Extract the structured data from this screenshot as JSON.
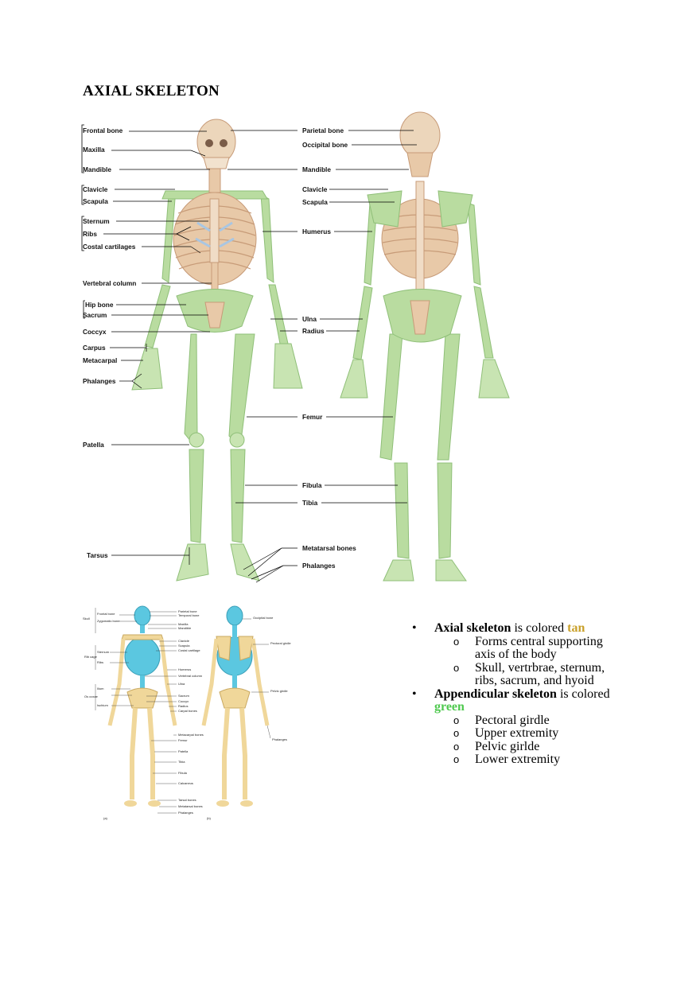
{
  "title": "AXIAL SKELETON",
  "labels_left": [
    "Frontal bone",
    "Maxilla",
    "Mandible",
    "Clavicle",
    "Scapula",
    "Sternum",
    "Ribs",
    "Costal cartilages",
    "Vertebral column",
    "Hip bone",
    "Sacrum",
    "Coccyx",
    "Carpus",
    "Metacarpal",
    "Phalanges",
    "Patella",
    "Tarsus"
  ],
  "labels_mid": [
    "Parietal bone",
    "Occipital bone",
    "Mandible",
    "Clavicle",
    "Scapula",
    "Humerus",
    "Ulna",
    "Radius",
    "Femur",
    "Fibula",
    "Tibia",
    "Metatarsal bones",
    "Phalanges"
  ],
  "small_fig": {
    "left_labels": [
      "Skull",
      "Frontal bone",
      "Zygomatic bone",
      "Rib cage",
      "Sternum",
      "Ribs",
      "Ilium",
      "Os coxae",
      "Ischium"
    ],
    "mid_labels": [
      "Parietal bone",
      "Temporal bone",
      "Maxilla",
      "Mandible",
      "Clavicle",
      "Scapula",
      "Costal cartilage",
      "Humerus",
      "Vertebral column",
      "Ulna",
      "Sacrum",
      "Coccyx",
      "Radius",
      "Carpal bones",
      "Metacarpal bones",
      "Femur",
      "Patella",
      "Tibia",
      "Fibula",
      "Calcaneus",
      "Tarsal bones",
      "Metatarsal bones",
      "Phalanges"
    ],
    "right_labels": [
      "Occipital bone",
      "Pectoral girdle",
      "Pelvic girdle",
      "Phalanges"
    ],
    "panel_a": "(a)",
    "panel_b": "(b)"
  },
  "bullets": {
    "b1_bold": "Axial skeleton",
    "b1_text": " is colored ",
    "b1_color": "tan",
    "b1_sub": [
      "Forms central supporting axis of the body",
      "Skull, vertrbrae, sternum, ribs, sacrum, and hyoid"
    ],
    "b2_bold": "Appendicular skeleton",
    "b2_text": " is colored ",
    "b2_color": "green",
    "b2_sub": [
      "Pectoral girdle",
      "Upper extremity",
      "Pelvic girlde",
      "Lower extremity"
    ],
    "bullet_glyph": "•",
    "sub_glyph": "o"
  },
  "colors": {
    "axial": "#e8c9a8",
    "appendicular": "#b9dca0",
    "axial_small": "#5bc7e0",
    "appendicular_small": "#f0d79a",
    "tan_text": "#c9a02a",
    "green_text": "#4fc94f"
  }
}
